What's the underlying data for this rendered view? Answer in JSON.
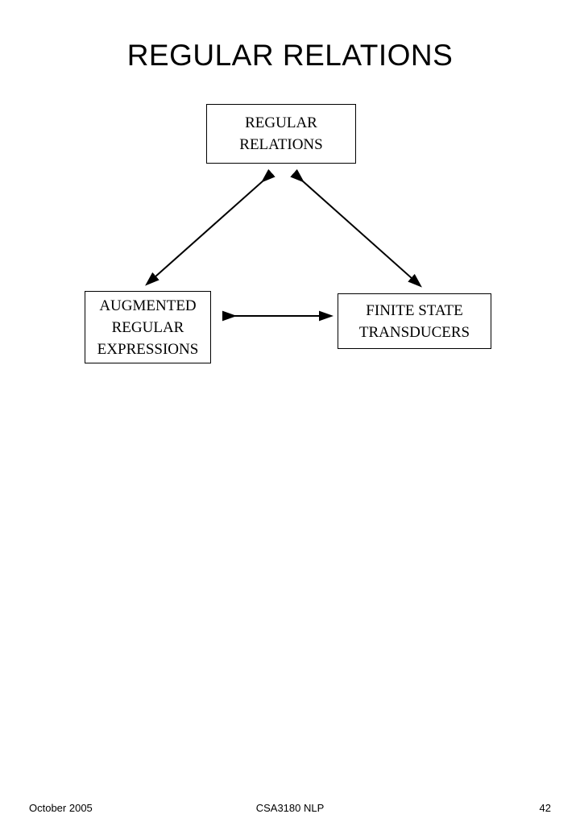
{
  "slide": {
    "title": "REGULAR RELATIONS",
    "background_color": "#ffffff",
    "text_color": "#000000"
  },
  "diagram": {
    "nodes": [
      {
        "id": "regular-relations",
        "lines": [
          "REGULAR",
          "RELATIONS"
        ]
      },
      {
        "id": "augmented-regular-expressions",
        "lines": [
          "AUGMENTED",
          "REGULAR",
          "EXPRESSIONS"
        ]
      },
      {
        "id": "finite-state-transducers",
        "lines": [
          "FINITE STATE",
          "TRANSDUCERS"
        ]
      }
    ],
    "connectors": [
      {
        "id": "top-to-left",
        "from": "regular-relations",
        "to": "augmented-regular-expressions",
        "style": "double-headed-arrow"
      },
      {
        "id": "top-to-right",
        "from": "regular-relations",
        "to": "finite-state-transducers",
        "style": "double-headed-arrow"
      },
      {
        "id": "left-to-right",
        "from": "augmented-regular-expressions",
        "to": "finite-state-transducers",
        "style": "double-headed-arrow"
      }
    ]
  },
  "footer": {
    "date": "October 2005",
    "course": "CSA3180 NLP",
    "page_number": "42"
  }
}
